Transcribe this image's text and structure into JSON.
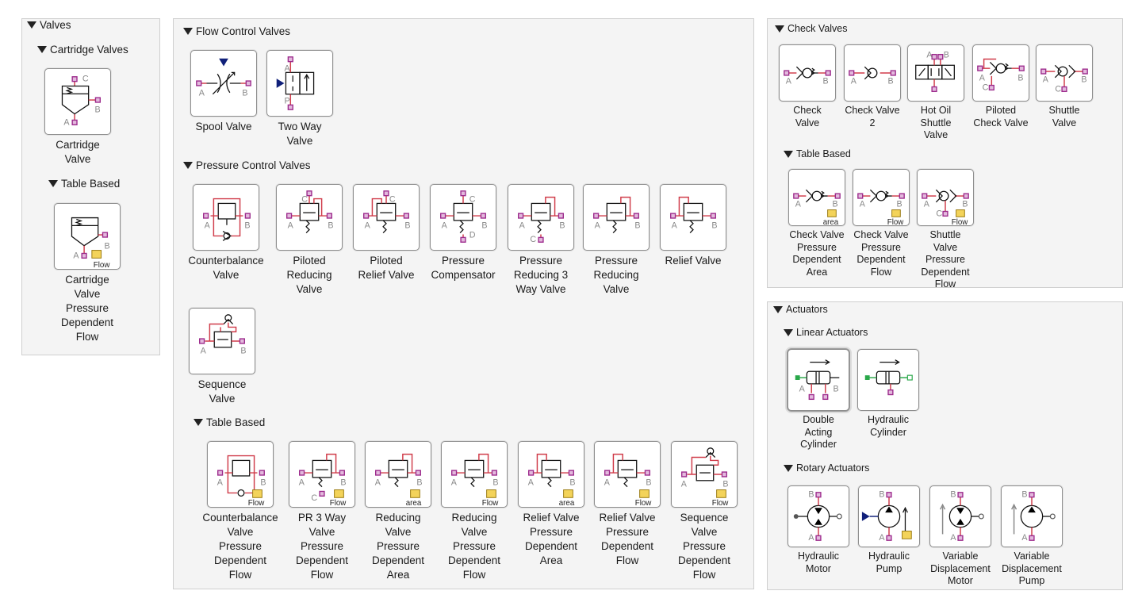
{
  "valves": {
    "title": "Valves",
    "cartridge": {
      "title": "Cartridge Valves",
      "items": [
        {
          "label": "Cartridge\nValve"
        }
      ]
    },
    "table_based": {
      "title": "Table Based",
      "items": [
        {
          "label": "Cartridge\nValve\nPressure\nDependent\nFlow"
        }
      ]
    }
  },
  "flow": {
    "title": "Flow Control Valves",
    "items": [
      {
        "label": "Spool Valve"
      },
      {
        "label": "Two Way\nValve"
      }
    ]
  },
  "pressure": {
    "title": "Pressure Control Valves",
    "items": [
      {
        "label": "Counterbalance\nValve"
      },
      {
        "label": "Piloted\nReducing\nValve"
      },
      {
        "label": "Piloted\nRelief Valve"
      },
      {
        "label": "Pressure\nCompensator"
      },
      {
        "label": "Pressure\nReducing 3\nWay Valve"
      },
      {
        "label": "Pressure\nReducing\nValve"
      },
      {
        "label": "Relief Valve"
      },
      {
        "label": "Sequence\nValve"
      }
    ],
    "table_based": {
      "title": "Table Based",
      "items": [
        {
          "label": "Counterbalance\nValve\nPressure\nDependent\nFlow"
        },
        {
          "label": "PR 3 Way\nValve\nPressure\nDependent\nFlow"
        },
        {
          "label": "Reducing\nValve\nPressure\nDependent\nArea"
        },
        {
          "label": "Reducing\nValve\nPressure\nDependent\nFlow"
        },
        {
          "label": "Relief Valve\nPressure\nDependent\nArea"
        },
        {
          "label": "Relief Valve\nPressure\nDependent\nFlow"
        },
        {
          "label": "Sequence\nValve\nPressure\nDependent\nFlow"
        }
      ]
    }
  },
  "check": {
    "title": "Check Valves",
    "items": [
      {
        "label": "Check\nValve"
      },
      {
        "label": "Check Valve\n2"
      },
      {
        "label": "Hot Oil\nShuttle\nValve"
      },
      {
        "label": "Piloted\nCheck Valve"
      },
      {
        "label": "Shuttle\nValve"
      }
    ],
    "table_based": {
      "title": "Table Based",
      "items": [
        {
          "label": "Check Valve\nPressure\nDependent\nArea"
        },
        {
          "label": "Check Valve\nPressure\nDependent\nFlow"
        },
        {
          "label": "Shuttle\nValve\nPressure\nDependent\nFlow"
        }
      ]
    }
  },
  "actuators": {
    "title": "Actuators",
    "linear": {
      "title": "Linear Actuators",
      "items": [
        {
          "label": "Double\nActing\nCylinder"
        },
        {
          "label": "Hydraulic\nCylinder"
        }
      ]
    },
    "rotary": {
      "title": "Rotary Actuators",
      "items": [
        {
          "label": "Hydraulic\nMotor"
        },
        {
          "label": "Hydraulic\nPump"
        },
        {
          "label": "Variable\nDisplacement\nMotor"
        },
        {
          "label": "Variable\nDisplacement\nPump"
        }
      ]
    }
  },
  "ports": {
    "a": "A",
    "b": "B",
    "c": "C",
    "d": "D",
    "p": "P"
  },
  "tags": {
    "flow": "Flow",
    "area": "area"
  },
  "colors": {
    "line": "#d03c4a",
    "port": "#9c2a8c",
    "port_fill": "#e3b9dd",
    "label": "#888888",
    "green": "#2aa84a",
    "navy": "#10207a",
    "table": "#d9a62a"
  }
}
